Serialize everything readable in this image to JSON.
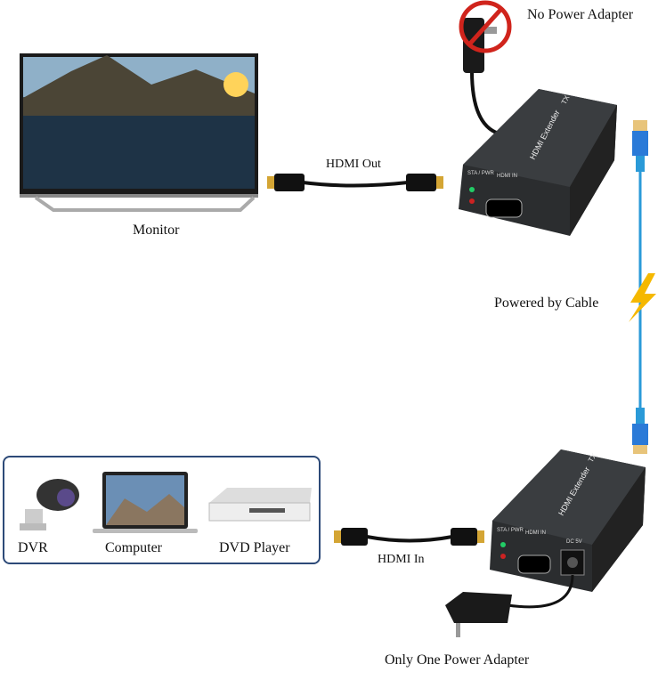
{
  "labels": {
    "monitor": "Monitor",
    "hdmi_out": "HDMI Out",
    "no_power_adapter": "No Power Adapter",
    "powered_by_cable": "Powered by Cable",
    "hdmi_in": "HDMI In",
    "only_one_power_adapter": "Only One Power Adapter"
  },
  "sources": [
    {
      "label": "DVR"
    },
    {
      "label": "Computer"
    },
    {
      "label": "DVD Player"
    }
  ],
  "transmitter": {
    "name": "HDMI Extender",
    "badge": "TX",
    "port_status": "STA / PWR",
    "port_hdmi": "HDMI IN"
  },
  "receiver": {
    "name": "HDMI Extender",
    "badge": "TX",
    "port_status": "STA / PWR",
    "port_hdmi": "HDMI IN",
    "port_power": "DC 5V"
  },
  "colors": {
    "panel_border": "#2d4a78",
    "cable": "#2a9ad8",
    "lightning": "#f5b800",
    "no_sign": "#d0241c",
    "device": "#2b2d2f"
  }
}
